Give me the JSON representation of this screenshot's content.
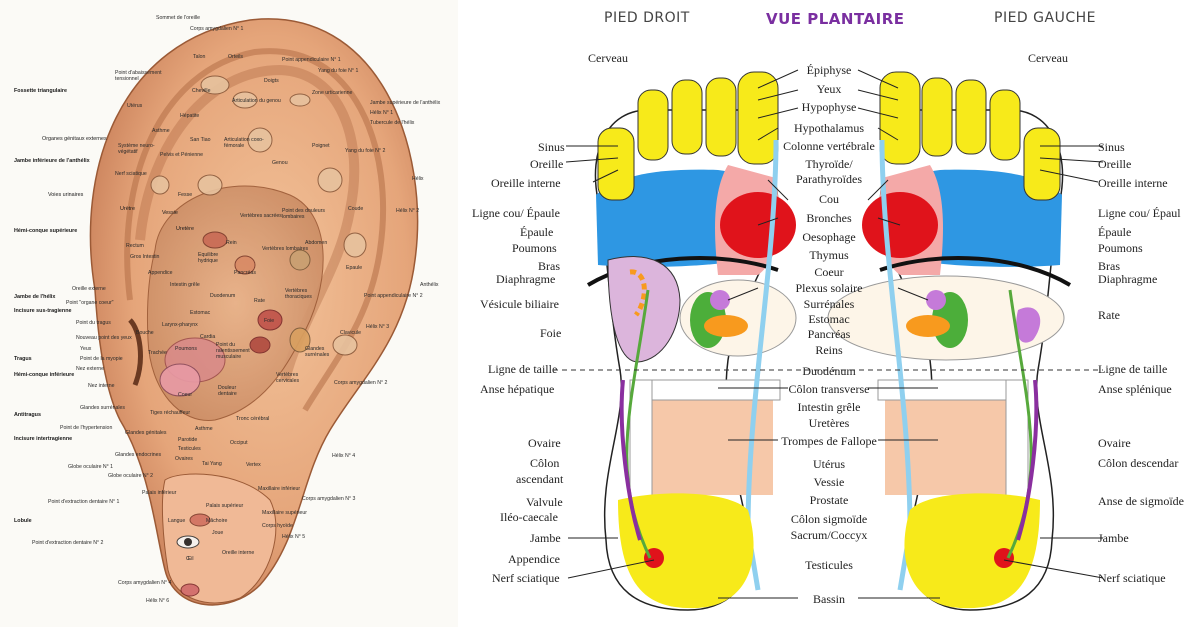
{
  "ear": {
    "right_labels": [
      "Sommet de l'oreille",
      "Corps amygdalien N° 1",
      "Talon",
      "Orteils",
      "Point appendiculaire N° 1",
      "Point d'abaissement tensionnel",
      "Cheville",
      "Doigts",
      "Yang du foie N° 1",
      "Articulation du genou",
      "Zone urticarienne",
      "Utérus",
      "Jambe supérieure de l'anthélix",
      "Hélix N° 1",
      "Hépatite",
      "Tubercule de l'hélix",
      "Asthme",
      "San Tiao",
      "Articulation coxo-fémorale",
      "Poignet",
      "Genou",
      "Yang du foie N° 2",
      "Système neuro-végétatif",
      "Nerf sciatique",
      "Pelvis et Pénienne",
      "Fesse",
      "Hélix",
      "Coude",
      "Hélix N° 2",
      "Vertèbres sacrées",
      "Point des douleurs lombaires",
      "Rectum",
      "Rein",
      "Vertèbres lombaires",
      "Abdomen",
      "Gros Intestin",
      "Equilibre hydrique",
      "Epaule",
      "Appendice",
      "Duodenum",
      "Pancréas",
      "Oreille externe",
      "Intestin grêle",
      "Vertèbres thoraciques",
      "Anthélix",
      "Rate",
      "Point appendiculaire N° 2",
      "Estomac",
      "Point \"organe coeur\"",
      "Larynx-pharynx",
      "Foie",
      "Point du tragus",
      "Bouche",
      "Cardia",
      "Clavicule",
      "Hélix N° 3",
      "Nouveau point des yeux",
      "Trachée",
      "Poumons",
      "Point du ralentissement musculaire",
      "Vertèbres cervicales",
      "Glandes surrénales",
      "Nez externe",
      "Yeux",
      "Point de la myopie",
      "Nez interne",
      "Coeur",
      "Douleur dentaire",
      "Corps amygdalien N° 2",
      "Glandes surrénales",
      "Tiges réchauffeur",
      "Tronc cérébral",
      "Point de l'hypertension",
      "Asthme",
      "Glandes génitales",
      "Parotide",
      "Occiput",
      "Hélix N° 4",
      "Testicules",
      "Glandes endocrines",
      "Ovaires",
      "Tai Yang",
      "Vertex",
      "Globe oculaire N° 1",
      "Globe oculaire N° 2",
      "Maxillaire inférieur",
      "Palais inférieur",
      "Corps amygdalien N° 3",
      "Palais supérieur",
      "Point d'extraction dentaire N° 1",
      "Maxillaire supérieur",
      "Langue",
      "Mâchoire",
      "Corps hyoïde",
      "Joue",
      "Hélix N° 5",
      "Point d'extraction dentaire N° 2",
      "Oreille interne",
      "Œil",
      "Corps amygdalien N° 4",
      "Hélix N° 6"
    ],
    "left_labels": [
      "Fossette triangulaire",
      "Organes génitaux externes",
      "Urètre",
      "Jambe inférieure de l'anthélix",
      "Voies urinaires",
      "Vessie",
      "Uretère",
      "Hémi-conque supérieure",
      "Jambe de l'hélix",
      "Incisure sus-tragienne",
      "Tragus",
      "Hémi-conque inférieure",
      "Antitragus",
      "Incisure intertragienne",
      "Lobule"
    ]
  },
  "foot": {
    "titles": {
      "right_foot": "PIED DROIT",
      "view": "VUE PLANTAIRE",
      "left_foot": "PIED GAUCHE"
    },
    "left_side_labels": [
      "Cerveau",
      "Sinus",
      "Oreille",
      "Oreille interne",
      "Ligne cou/ Épaule",
      "Épaule",
      "Poumons",
      "Bras",
      "Diaphragme",
      "Vésicule biliaire",
      "Foie",
      "Ligne de taille",
      "Anse hépatique",
      "Ovaire",
      "Côlon",
      "ascendant",
      "Valvule",
      "Iléo-caecale",
      "Jambe",
      "Appendice",
      "Nerf sciatique"
    ],
    "center_labels": [
      "Épiphyse",
      "Yeux",
      "Hypophyse",
      "Hypothalamus",
      "Colonne vertébrale",
      "Thyroïde/",
      "Parathyroïdes",
      "Cou",
      "Bronches",
      "Oesophage",
      "Thymus",
      "Coeur",
      "Plexus solaire",
      "Surrénales",
      "Estomac",
      "Pancréas",
      "Reins",
      "Duodénum",
      "Côlon transverse",
      "Intestin grêle",
      "Uretères",
      "Trompes de Fallope",
      "Utérus",
      "Vessie",
      "Prostate",
      "Côlon sigmoïde",
      "Sacrum/Coccyx",
      "Testicules",
      "Bassin"
    ],
    "right_side_labels": [
      "Cerveau",
      "Sinus",
      "Oreille",
      "Oreille interne",
      "Ligne cou/ Épaul",
      "Épaule",
      "Poumons",
      "Bras",
      "Diaphragme",
      "Rate",
      "Ligne de taille",
      "Anse splénique",
      "Ovaire",
      "Côlon descendar",
      "Anse de sigmoïde",
      "Jambe",
      "Nerf sciatique"
    ],
    "colors": {
      "toes": "#f7ea1a",
      "head_band": "#2e97e3",
      "heart_red": "#e0131b",
      "lung_pink": "#f4a9a8",
      "liver_purple": "#dcb5dc",
      "stomach_orange": "#f89a1e",
      "kidney_green": "#4cae3a",
      "intestine_peach": "#f6c8a9",
      "spine_blue": "#8fd0ef",
      "heel_yellow": "#f7ea1a",
      "line_purple": "#8a2f9f",
      "line_green": "#57a93c"
    }
  }
}
